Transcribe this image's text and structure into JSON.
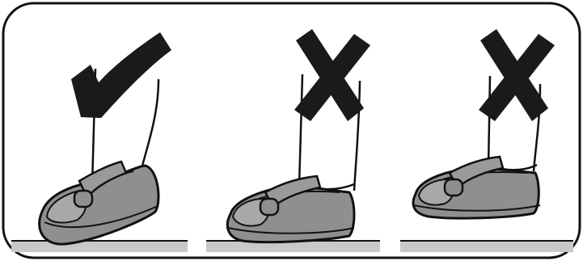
{
  "panels": [
    {
      "verdict": "correct",
      "mark_icon": "checkmark-icon",
      "foot_pose": "toe-down-walking"
    },
    {
      "verdict": "incorrect",
      "mark_icon": "x-cross-icon",
      "foot_pose": "heel-down"
    },
    {
      "verdict": "incorrect",
      "mark_icon": "x-cross-icon",
      "foot_pose": "lifted-flat"
    }
  ],
  "colors": {
    "mark": "#1a1a1a",
    "shoe_fill": "#8f8f8f",
    "shoe_light": "#a8a8a8",
    "outline": "#111111",
    "ground": "#c8c8c8",
    "frame": "#111111"
  }
}
